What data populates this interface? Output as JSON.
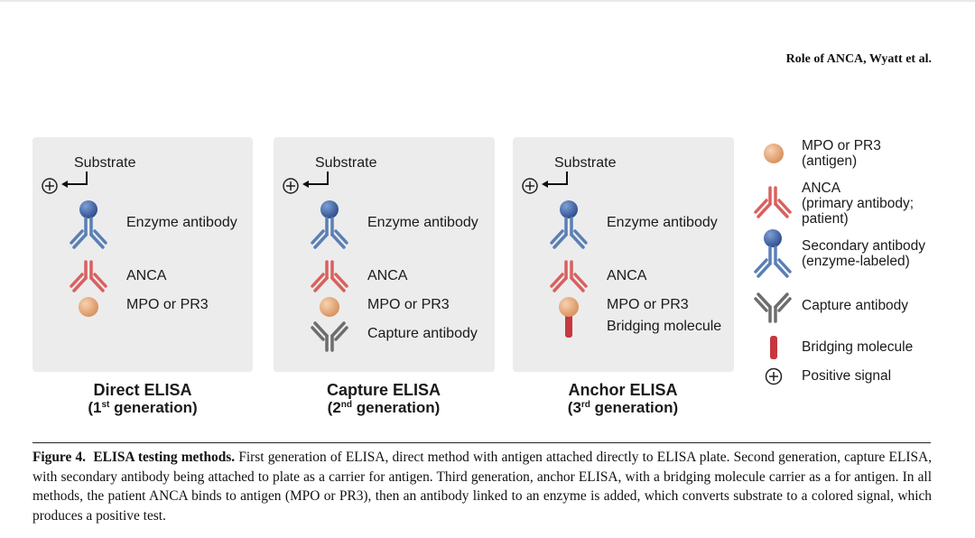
{
  "header": {
    "running_head": "Role of ANCA, Wyatt et al."
  },
  "panels": [
    {
      "substrate": "Substrate",
      "enzyme": "Enzyme antibody",
      "anca": "ANCA",
      "antigen": "MPO or PR3",
      "title": "Direct ELISA",
      "gen_open": "(1",
      "gen_sup": "st",
      "gen_close": " generation)"
    },
    {
      "substrate": "Substrate",
      "enzyme": "Enzyme antibody",
      "anca": "ANCA",
      "antigen": "MPO or PR3",
      "extra": "Capture antibody",
      "title": "Capture ELISA",
      "gen_open": "(2",
      "gen_sup": "nd",
      "gen_close": " generation)"
    },
    {
      "substrate": "Substrate",
      "enzyme": "Enzyme antibody",
      "anca": "ANCA",
      "antigen": "MPO or PR3",
      "extra": "Bridging molecule",
      "title": "Anchor ELISA",
      "gen_open": "(3",
      "gen_sup": "rd",
      "gen_close": " generation)"
    }
  ],
  "legend": {
    "antigen_line1": "MPO or PR3",
    "antigen_line2": "(antigen)",
    "anca_line1": "ANCA",
    "anca_line2": "(primary antibody;",
    "anca_line3": "patient)",
    "secondary_line1": "Secondary antibody",
    "secondary_line2": "(enzyme-labeled)",
    "capture": "Capture antibody",
    "bridging": "Bridging molecule",
    "positive": "Positive signal"
  },
  "caption": {
    "label": "Figure 4.",
    "title": "ELISA testing methods.",
    "text": "First generation of ELISA, direct method with antigen attached directly to ELISA plate. Second generation, capture ELISA, with secondary antibody being attached to plate as a carrier for antigen. Third generation, anchor ELISA, with a bridging molecule carrier as a for antigen. In all methods, the patient ANCA binds to antigen (MPO or PR3), then an antibody linked to an enzyme is added, which converts substrate to a colored signal, which produces a positive test."
  },
  "colors": {
    "panel_bg": "#ececec",
    "enzyme_antibody": "#5a7fb5",
    "enzyme_head": "#3e5f9c",
    "anca": "#d9605f",
    "antigen": "#e8ae80",
    "capture": "#6d6d6d",
    "bridging": "#c6383d"
  }
}
